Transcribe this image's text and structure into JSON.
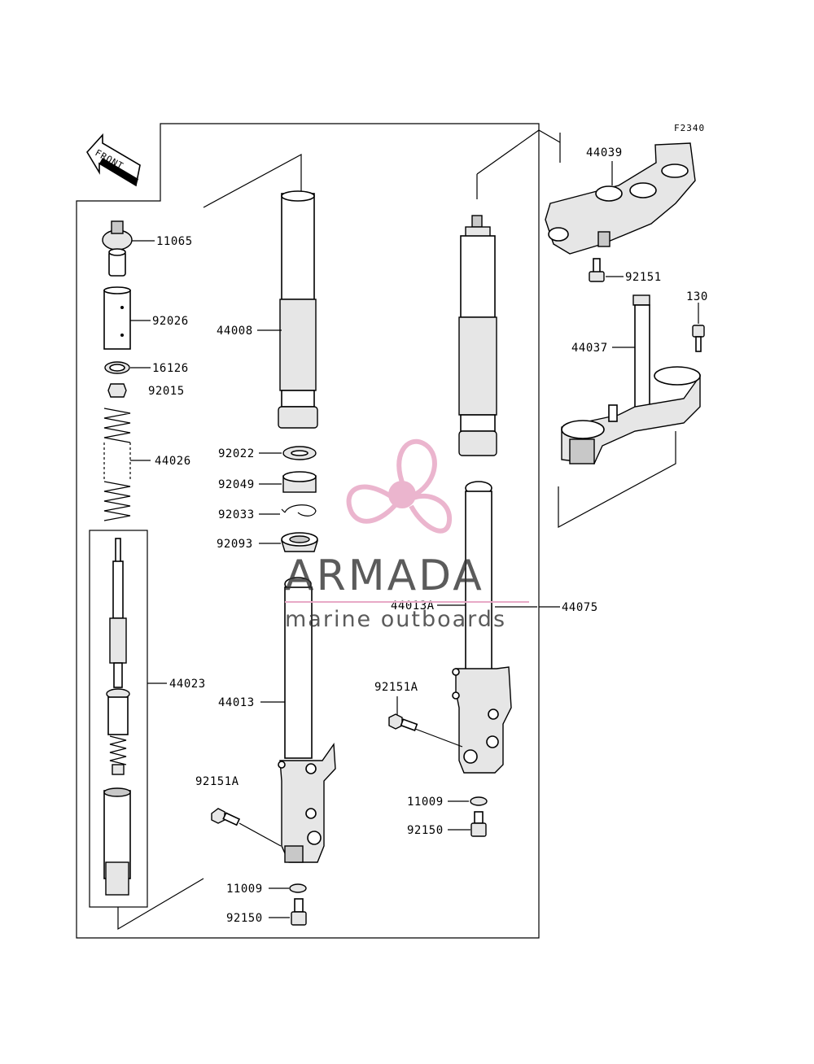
{
  "diagram": {
    "code": "F2340",
    "front_label": "FRONT"
  },
  "parts": {
    "p11065": "11065",
    "p92026": "92026",
    "p16126": "16126",
    "p92015": "92015",
    "p44026": "44026",
    "p44023": "44023",
    "p44008": "44008",
    "p92022": "92022",
    "p92049": "92049",
    "p92033": "92033",
    "p92093": "92093",
    "p44013": "44013",
    "p92151A_left": "92151A",
    "p11009_left": "11009",
    "p92150_left": "92150",
    "p44013A": "44013A",
    "p44075": "44075",
    "p92151A_right": "92151A",
    "p11009_right": "11009",
    "p92150_right": "92150",
    "p44039": "44039",
    "p92151": "92151",
    "p130": "130",
    "p44037": "44037"
  },
  "watermark": {
    "brand": "ARMADA",
    "tagline": "marine outboards",
    "color": "#e8a9c6"
  }
}
